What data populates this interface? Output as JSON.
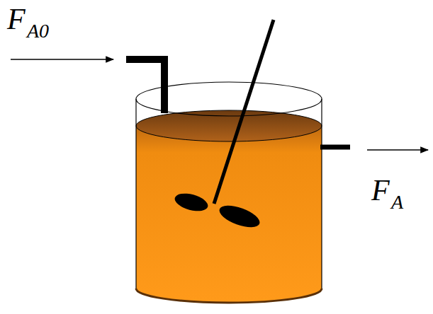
{
  "diagram": {
    "labels": [
      "F",
      "A0",
      "F",
      "A"
    ]
  }
}
